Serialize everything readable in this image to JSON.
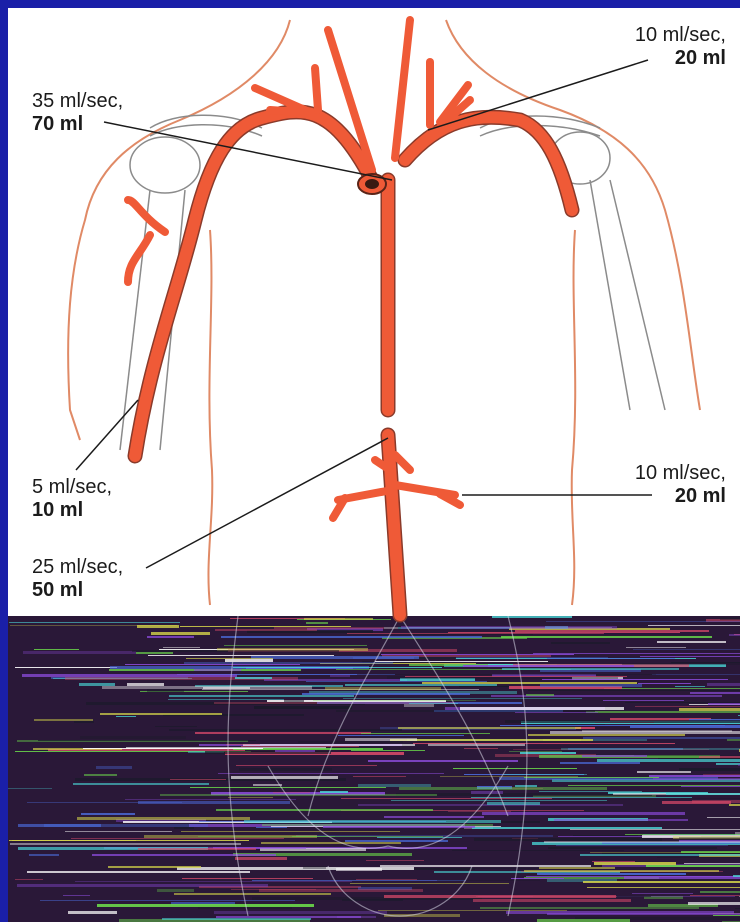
{
  "colors": {
    "frame": "#1a1fa8",
    "paper": "#ffffff",
    "artery": "#ef5a37",
    "outline": "#8a3a2a",
    "body_line": "#e08a66"
  },
  "labels": [
    {
      "rate": "35 ml/sec,",
      "volume": "70 ml"
    },
    {
      "rate": "10 ml/sec,",
      "volume": "20 ml"
    },
    {
      "rate": "5 ml/sec,",
      "volume": "10 ml"
    },
    {
      "rate": "10 ml/sec,",
      "volume": "20 ml"
    },
    {
      "rate": "25 ml/sec,",
      "volume": "50 ml"
    }
  ]
}
